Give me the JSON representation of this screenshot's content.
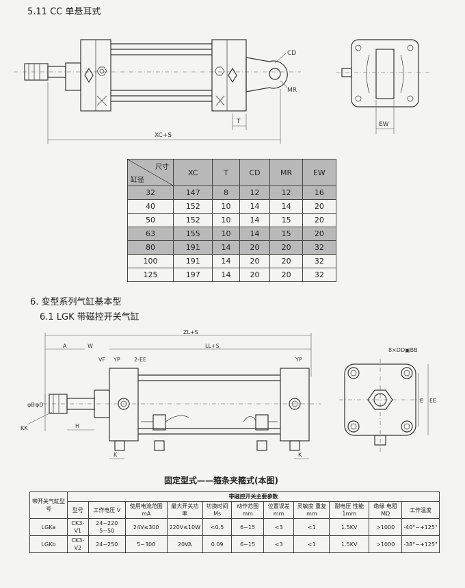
{
  "section_511": {
    "title": "5.11  CC 单悬耳式"
  },
  "fig1": {
    "dims": {
      "cd": "CD",
      "mr": "MR",
      "t": "T",
      "xc_s": "XC+S",
      "ew": "EW"
    }
  },
  "table1": {
    "header": {
      "corner_top": "尺寸",
      "corner_bottom": "缸径",
      "cols": [
        "XC",
        "T",
        "CD",
        "MR",
        "EW"
      ]
    },
    "rows": [
      {
        "bore": "32",
        "xc": "147",
        "t": "8",
        "cd": "12",
        "mr": "12",
        "ew": "16",
        "shaded": true
      },
      {
        "bore": "40",
        "xc": "152",
        "t": "10",
        "cd": "14",
        "mr": "14",
        "ew": "20",
        "shaded": false
      },
      {
        "bore": "50",
        "xc": "152",
        "t": "10",
        "cd": "14",
        "mr": "15",
        "ew": "20",
        "shaded": false
      },
      {
        "bore": "63",
        "xc": "155",
        "t": "10",
        "cd": "14",
        "mr": "15",
        "ew": "20",
        "shaded": true
      },
      {
        "bore": "80",
        "xc": "191",
        "t": "14",
        "cd": "20",
        "mr": "20",
        "ew": "32",
        "shaded": true
      },
      {
        "bore": "100",
        "xc": "191",
        "t": "14",
        "cd": "20",
        "mr": "20",
        "ew": "32",
        "shaded": false
      },
      {
        "bore": "125",
        "xc": "197",
        "t": "14",
        "cd": "20",
        "mr": "20",
        "ew": "32",
        "shaded": false
      }
    ]
  },
  "section_6": {
    "title": "6. 变型系列气缸基本型"
  },
  "section_61": {
    "title": "6.1  LGK 带磁控开关气缸"
  },
  "fig2": {
    "dims": {
      "zl_s": "ZL+S",
      "ll_s": "LL+S",
      "a": "A",
      "w": "W",
      "vf": "VF",
      "yp": "YP",
      "ee": "2-EE",
      "yp2": "YP",
      "kk": "KK",
      "h": "H",
      "k1": "K",
      "k2": "K",
      "db": "φB",
      "dd": "φD",
      "dd_bb": "8×DD▣BB",
      "e": "E",
      "ee_r": "EE"
    }
  },
  "table2": {
    "caption": "固定型式——箍条夹箍式(本图)",
    "group_header": "带磁控开关主要参数",
    "model_header": "带开关气缸型号",
    "cols": [
      "型号",
      "工作电压 V",
      "使用电流范围 mA",
      "最大开关功率",
      "切换时间 Ms",
      "动作范围 mm",
      "位置误差 mm",
      "灵敏度 重复 mm",
      "耐电压 性能 1mm",
      "绝缘 电阻 MΩ",
      "工作温度"
    ],
    "rows": [
      {
        "model": "LGKa",
        "cells": [
          "CK3-V1",
          "24~220 5~50",
          "24V≤300",
          "220V≤10W",
          "<0.5",
          "6~15",
          "<3",
          "<1",
          "1.5KV",
          ">1000",
          "-40°~+125°"
        ]
      },
      {
        "model": "LGKb",
        "cells": [
          "CK3-V2",
          "24~250",
          "5~300",
          "20VA",
          "0.09",
          "6~15",
          "<3",
          "<1",
          "1.5KV",
          ">1000",
          "-38°~+125°"
        ]
      }
    ]
  }
}
